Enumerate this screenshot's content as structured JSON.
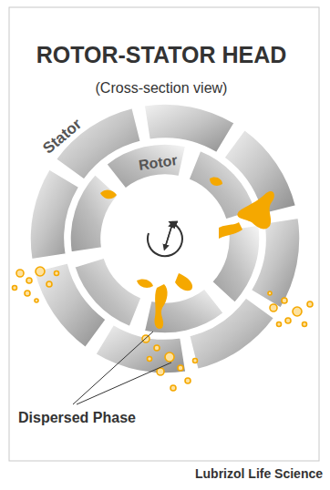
{
  "diagram": {
    "title": "ROTOR-STATOR HEAD",
    "labels": [
      "(Cross-section view)",
      "Stator",
      "Rotor",
      "Dispersed Phase",
      "Lubrizol Life Science"
    ]
  }
}
